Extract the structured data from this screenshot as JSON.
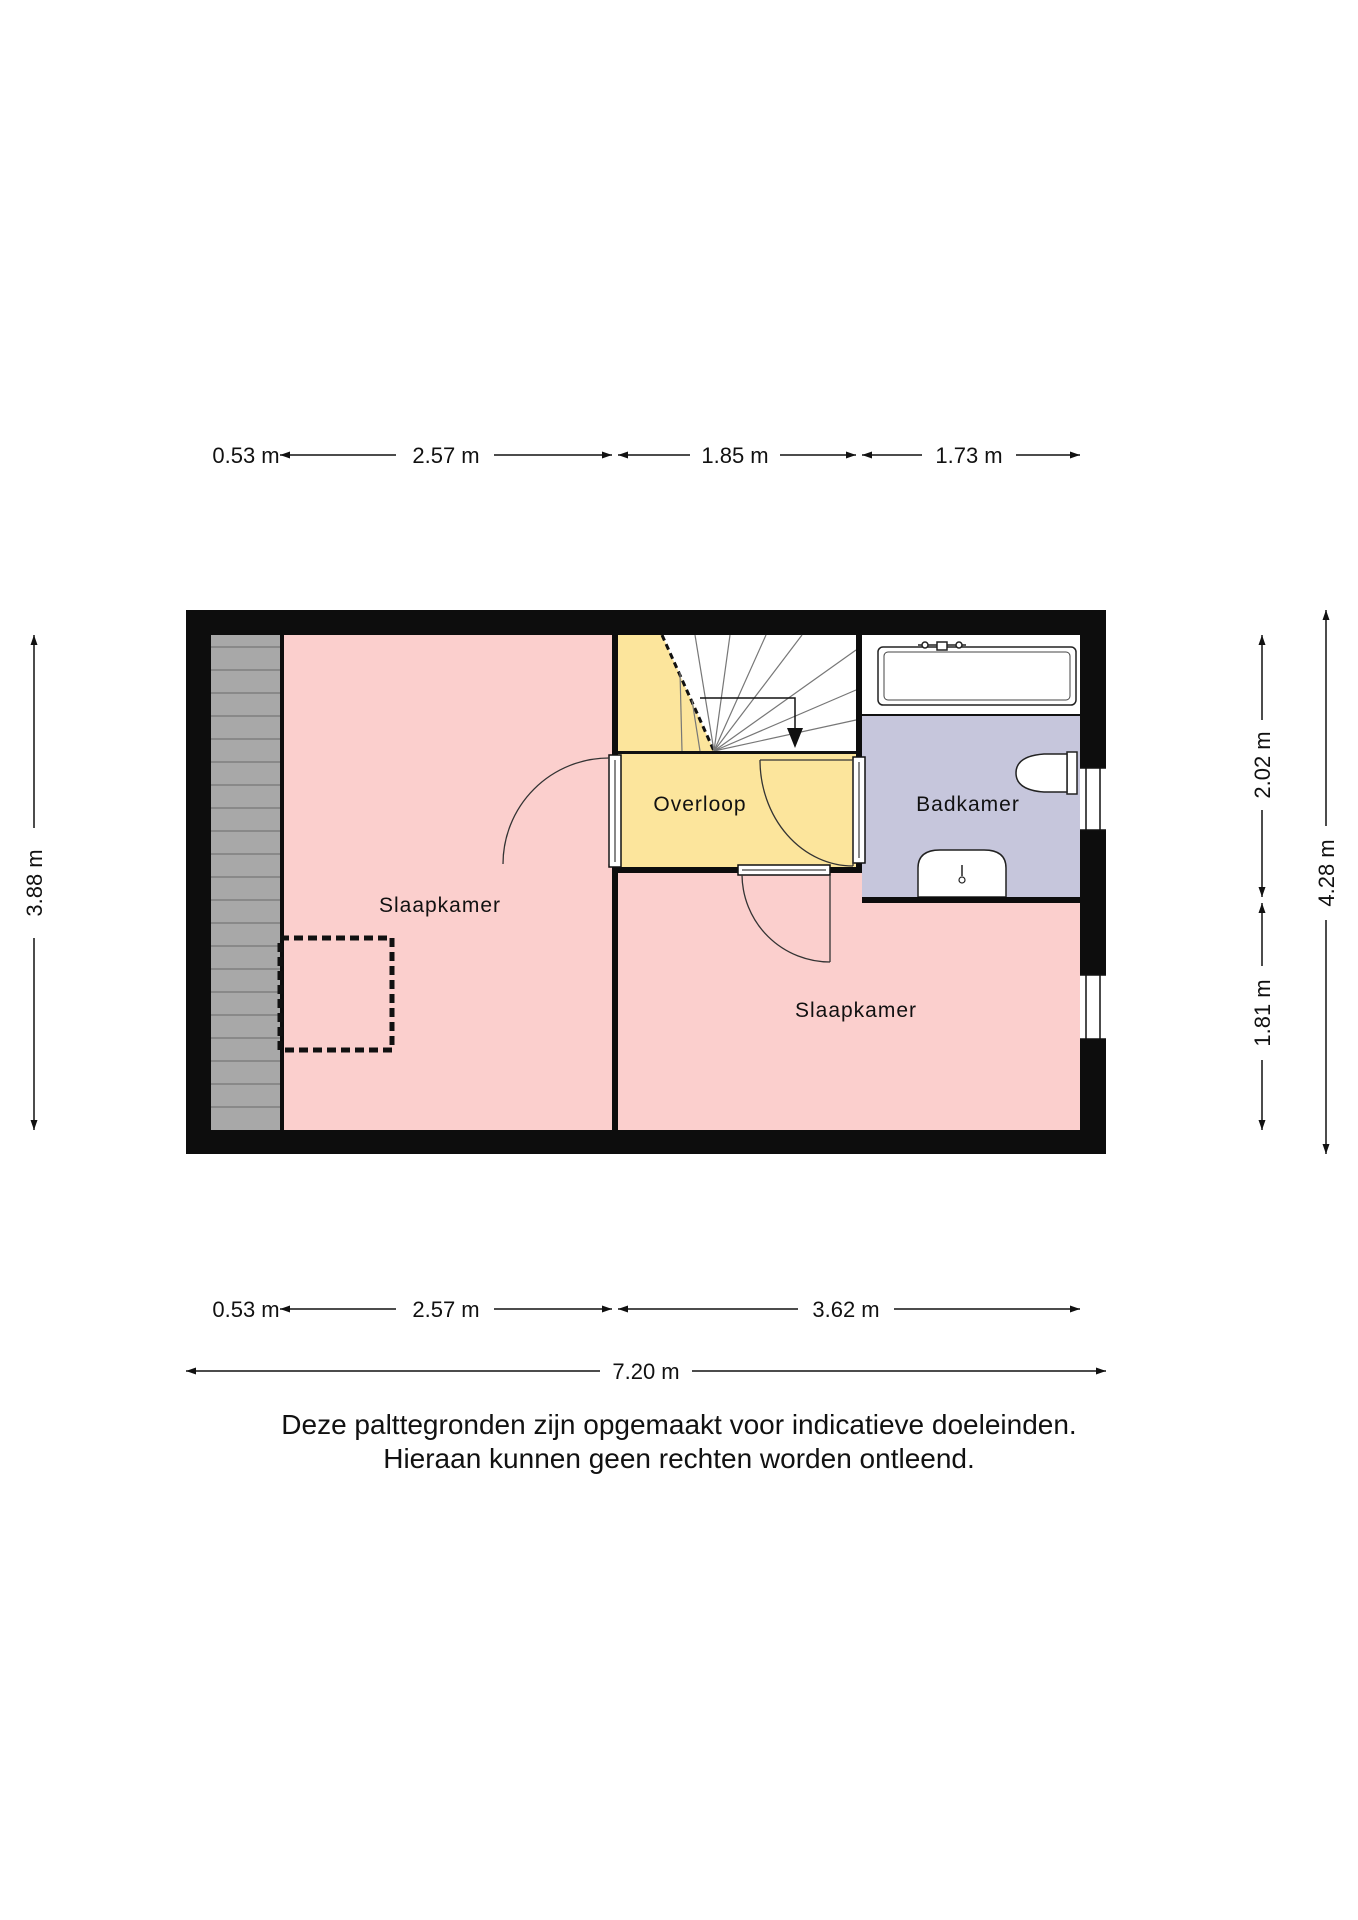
{
  "colors": {
    "wall": "#0d0d0d",
    "bedroom": "#fbcfcd",
    "landing": "#fce59c",
    "bathroom": "#c6c6dc",
    "roof_slope": "#a8a8a8",
    "line": "#111111"
  },
  "rooms": {
    "bedroom_left": "Slaapkamer",
    "bedroom_right": "Slaapkamer",
    "landing": "Overloop",
    "bathroom": "Badkamer"
  },
  "dimensions": {
    "top": [
      "0.53 m",
      "2.57 m",
      "1.85 m",
      "1.73 m"
    ],
    "bottom": [
      "0.53 m",
      "2.57 m",
      "3.62 m"
    ],
    "total_width": "7.20 m",
    "left_height": "3.88 m",
    "right_upper": "2.02 m",
    "right_lower": "1.81 m",
    "right_total": "4.28 m"
  },
  "disclaimer": {
    "line1": "Deze palttegronden zijn opgemaakt voor indicatieve doeleinden.",
    "line2": "Hieraan kunnen geen rechten worden ontleend."
  }
}
